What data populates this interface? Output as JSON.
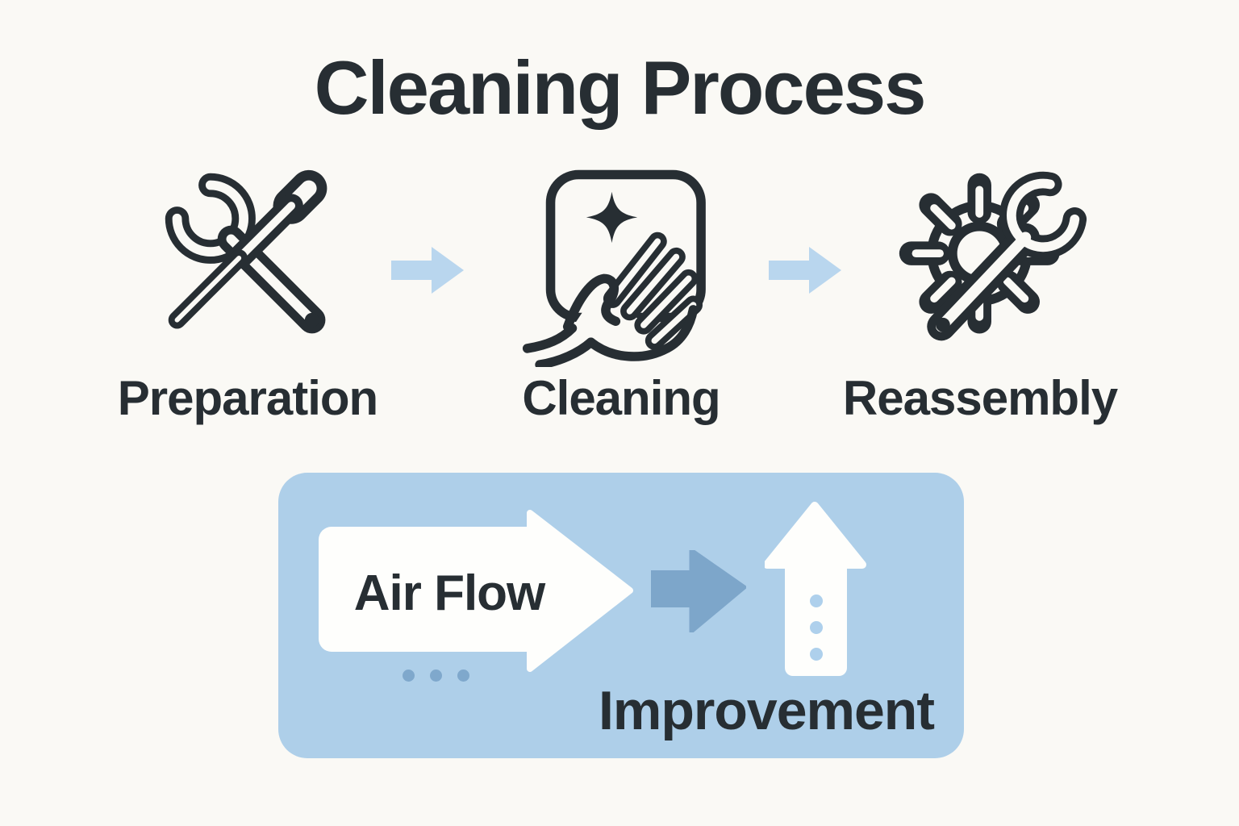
{
  "title": "Cleaning Process",
  "steps": [
    {
      "label": "Preparation",
      "icon": "tools-icon"
    },
    {
      "label": "Cleaning",
      "icon": "cleaning-hand-icon"
    },
    {
      "label": "Reassembly",
      "icon": "gear-wrench-icon"
    }
  ],
  "flow_panel": {
    "air_flow_label": "Air Flow",
    "improvement_label": "Improvement"
  },
  "colors": {
    "ink": "#272e33",
    "background": "#faf9f5",
    "arrow-light": "#b9d6ee",
    "panel": "#aecfe9",
    "arrow-mid": "#7da6ca",
    "dot-mid": "#7fa8cc",
    "dot-light": "#aed0ec",
    "white": "#fefefc"
  }
}
